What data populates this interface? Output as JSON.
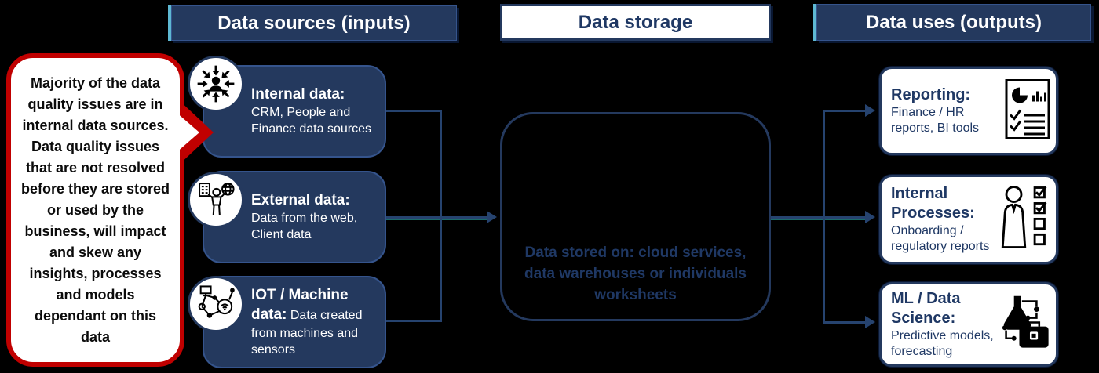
{
  "colors": {
    "navy_text": "#1F3864",
    "card_navy": "#24395E",
    "card_border": "#35548C",
    "callout_red": "#C00000",
    "connector": "#26436F",
    "teal_accent": "#1C6B6B",
    "white": "#FFFFFF"
  },
  "callout": {
    "text": "Majority of the data quality issues are in internal data sources. Data quality issues that are not resolved before they are stored or used by the business, will impact and skew any insights, processes and models dependant on this data"
  },
  "headers": {
    "sources": "Data sources (inputs)",
    "storage": "Data storage",
    "uses": "Data uses (outputs)"
  },
  "sources": [
    {
      "title": "Internal data:",
      "desc": "CRM, People and Finance data sources",
      "icon": "arrows-converge-person-icon"
    },
    {
      "title": "External data:",
      "desc": "Data from the web, Client data",
      "icon": "person-building-globe-icon"
    },
    {
      "title": "IOT / Machine data:",
      "desc": "Data created from machines and sensors",
      "icon": "iot-network-icon"
    }
  ],
  "storage": {
    "caption": "Data stored on: cloud services, data warehouses or individuals worksheets"
  },
  "uses": [
    {
      "title": "Reporting:",
      "desc": "Finance / HR reports, BI tools",
      "icon": "report-document-icon"
    },
    {
      "title": "Internal Processes:",
      "desc": "Onboarding / regulatory reports",
      "icon": "person-checklist-icon"
    },
    {
      "title": "ML / Data Science:",
      "desc": "Predictive models, forecasting",
      "icon": "flask-network-briefcase-icon"
    }
  ]
}
